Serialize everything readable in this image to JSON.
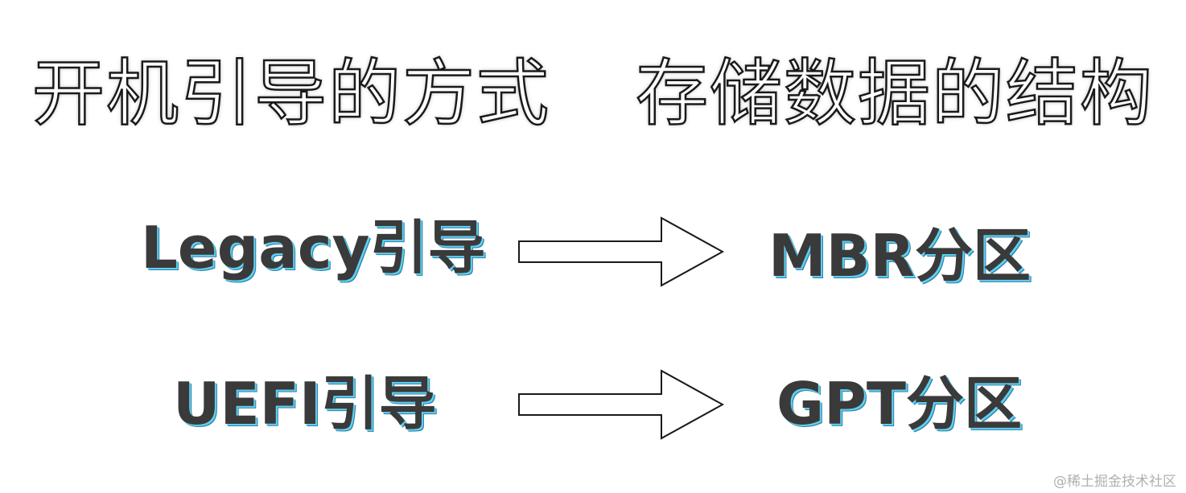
{
  "headings": {
    "left": "开机引导的方式",
    "right": "存储数据的结构"
  },
  "rows": [
    {
      "boot": "Legacy引导",
      "partition": "MBR分区"
    },
    {
      "boot": "UEFI引导",
      "partition": "GPT分区"
    }
  ],
  "watermark": "@稀土掘金技术社区",
  "colors": {
    "label_text": "#3a3a3a",
    "label_shadow": "#5fd0f0",
    "heading_outline": "#1a1a1a",
    "arrow_stroke": "#1a1a1a"
  },
  "icons": {
    "arrow": "right-arrow-icon"
  }
}
